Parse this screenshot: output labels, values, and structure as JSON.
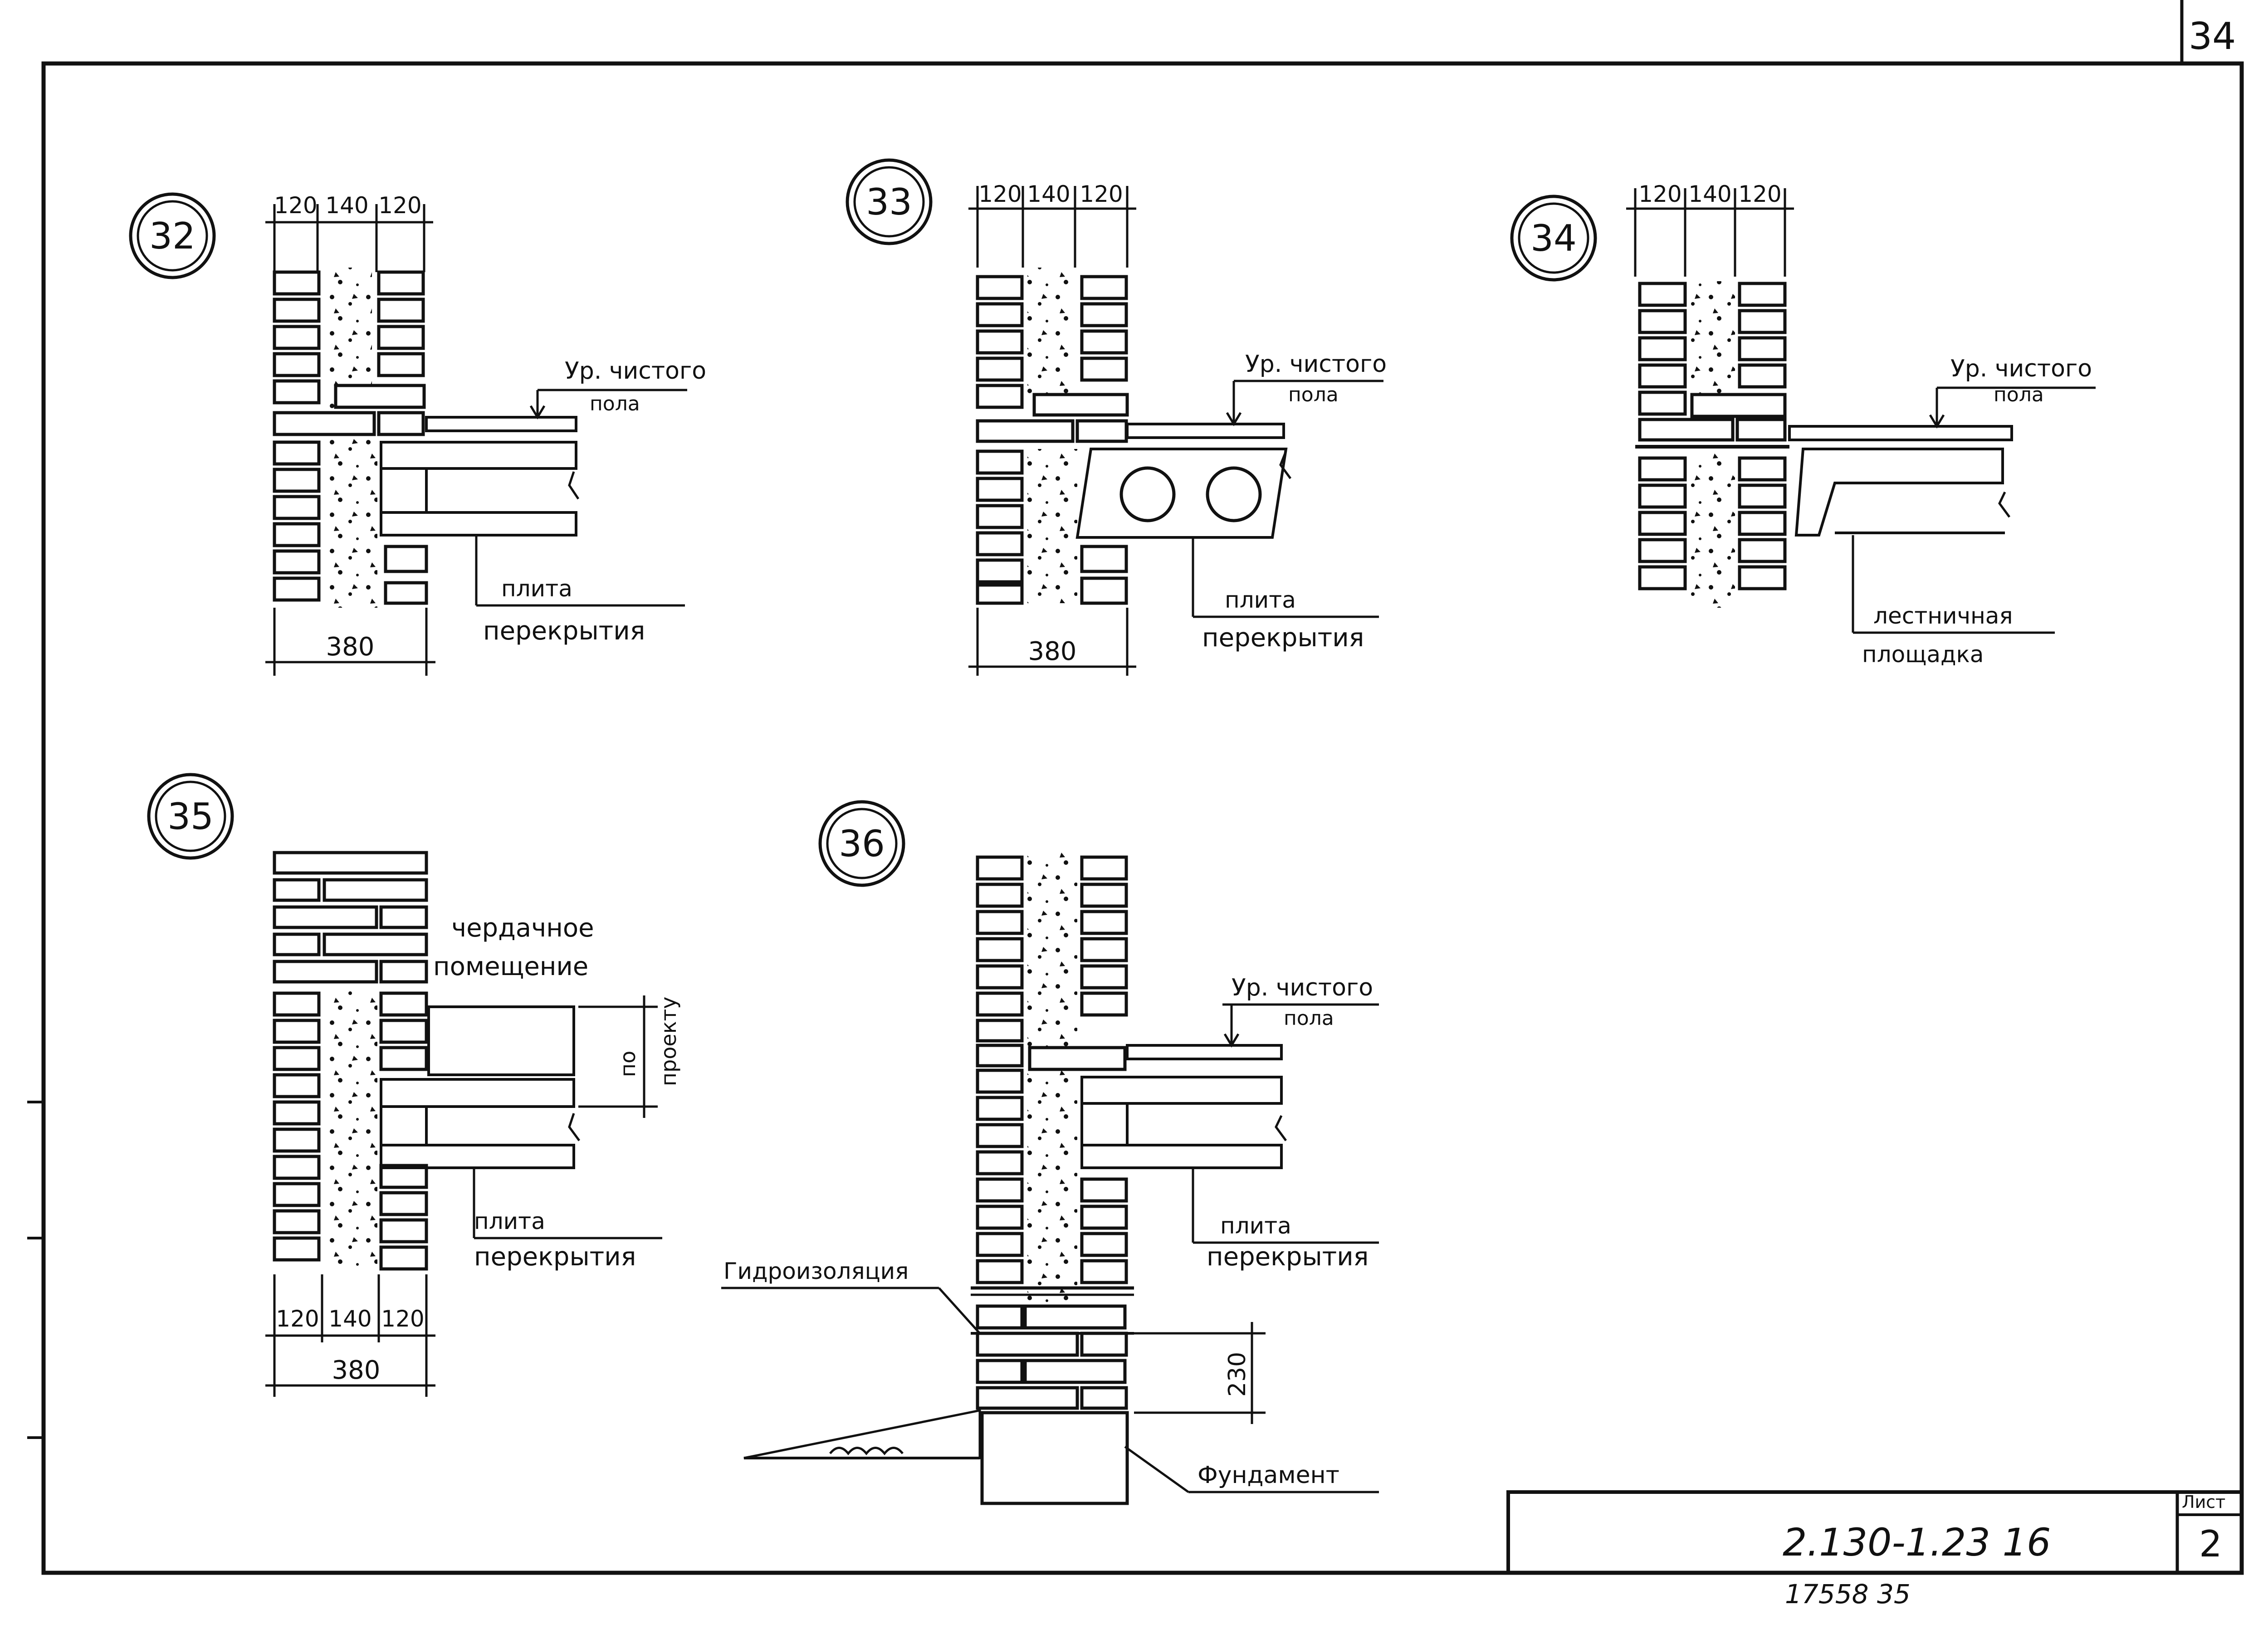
{
  "sheet": {
    "corner_number": "34",
    "title_block": {
      "sheet_label": "Лист",
      "doc_code": "2.130-1.23 16",
      "sheet_number": "2",
      "stamp": "17558   35"
    }
  },
  "details": [
    {
      "id": "32",
      "dims_top": [
        "120",
        "140",
        "120"
      ],
      "dim_total": "380",
      "label_level": [
        "Ур. чистого",
        "пола"
      ],
      "label_slab": [
        "плита",
        "перекрытия"
      ]
    },
    {
      "id": "33",
      "dims_top": [
        "120",
        "140",
        "120"
      ],
      "dim_total": "380",
      "label_level": [
        "Ур. чистого",
        "пола"
      ],
      "label_slab": [
        "плита",
        "перекрытия"
      ]
    },
    {
      "id": "34",
      "dims_top": [
        "120",
        "140",
        "120"
      ],
      "label_level": [
        "Ур. чистого",
        "пола"
      ],
      "label_landing": [
        "лестничная",
        "площадка"
      ]
    },
    {
      "id": "35",
      "dims_bottom": [
        "120",
        "140",
        "120"
      ],
      "dim_total": "380",
      "label_attic": [
        "чердачное",
        "помещение"
      ],
      "label_proj": [
        "по",
        "проекту"
      ],
      "label_slab": [
        "плита",
        "перекрытия"
      ]
    },
    {
      "id": "36",
      "label_level": [
        "Ур. чистого",
        "пола"
      ],
      "label_slab": [
        "плита",
        "перекрытия"
      ],
      "label_waterproof": "Гидроизоляция",
      "dim_height": "230",
      "label_foundation": "Фундамент"
    }
  ]
}
